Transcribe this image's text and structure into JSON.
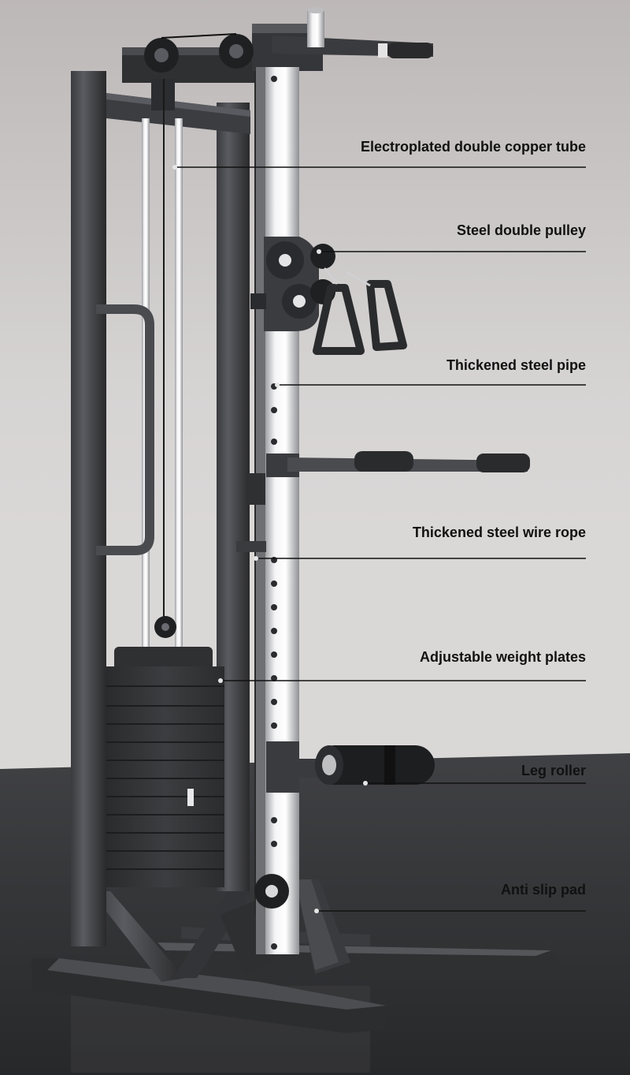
{
  "callouts": [
    {
      "label": "Electroplated double copper tube",
      "target": "copper-tube"
    },
    {
      "label": "Steel double pulley",
      "target": "double-pulley"
    },
    {
      "label": "Thickened steel pipe",
      "target": "steel-pipe"
    },
    {
      "label": "Thickened steel wire rope",
      "target": "wire-rope"
    },
    {
      "label": "Adjustable weight plates",
      "target": "weight-plates"
    },
    {
      "label": "Leg roller",
      "target": "leg-roller"
    },
    {
      "label": "Anti slip pad",
      "target": "anti-slip-pad"
    }
  ],
  "colors": {
    "frame": "#2e2e30",
    "frame_highlight": "#55565a",
    "floor": "#3a3b3e",
    "wall": "#cfcdcd",
    "chrome": "#e8e8ea",
    "line": "#111111"
  }
}
